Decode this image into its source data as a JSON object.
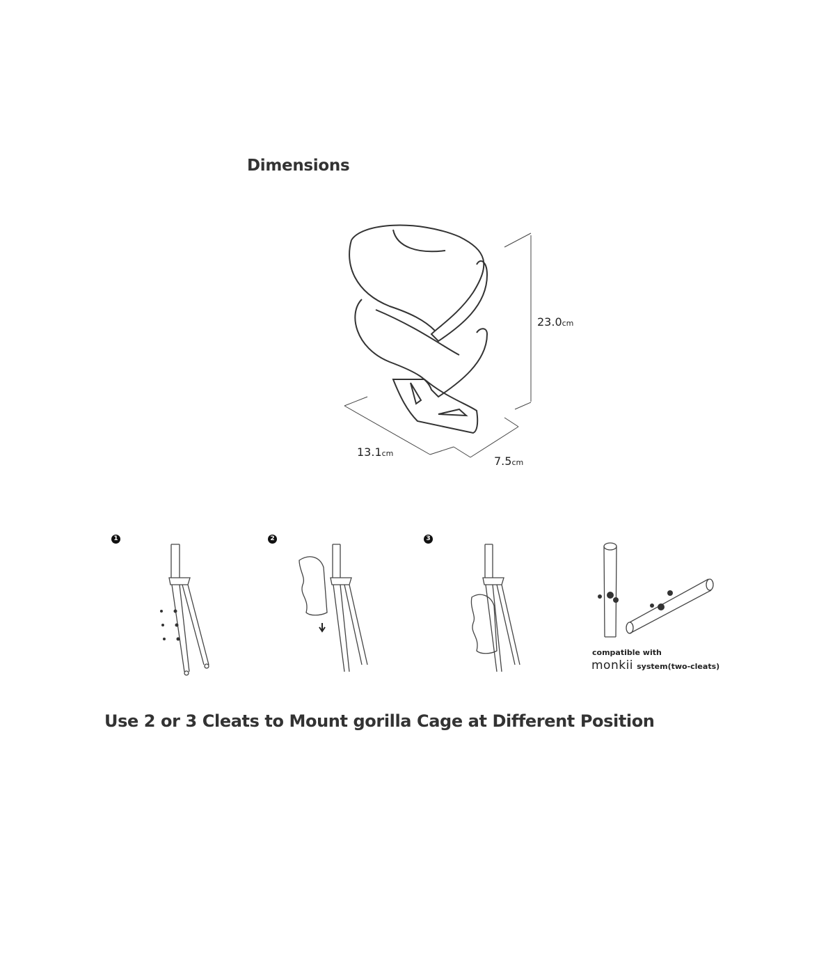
{
  "dimensions": {
    "title": "Dimensions",
    "height_value": "23.0",
    "width_value": "13.1",
    "depth_value": "7.5",
    "unit": "cm"
  },
  "steps": [
    {
      "number": "1"
    },
    {
      "number": "2"
    },
    {
      "number": "3"
    }
  ],
  "compatibility": {
    "line1": "compatible with",
    "brand": "monkii",
    "suffix": "system(two-cleats)"
  },
  "caption": "Use 2 or 3 Cleats to Mount gorilla Cage at Different Position"
}
